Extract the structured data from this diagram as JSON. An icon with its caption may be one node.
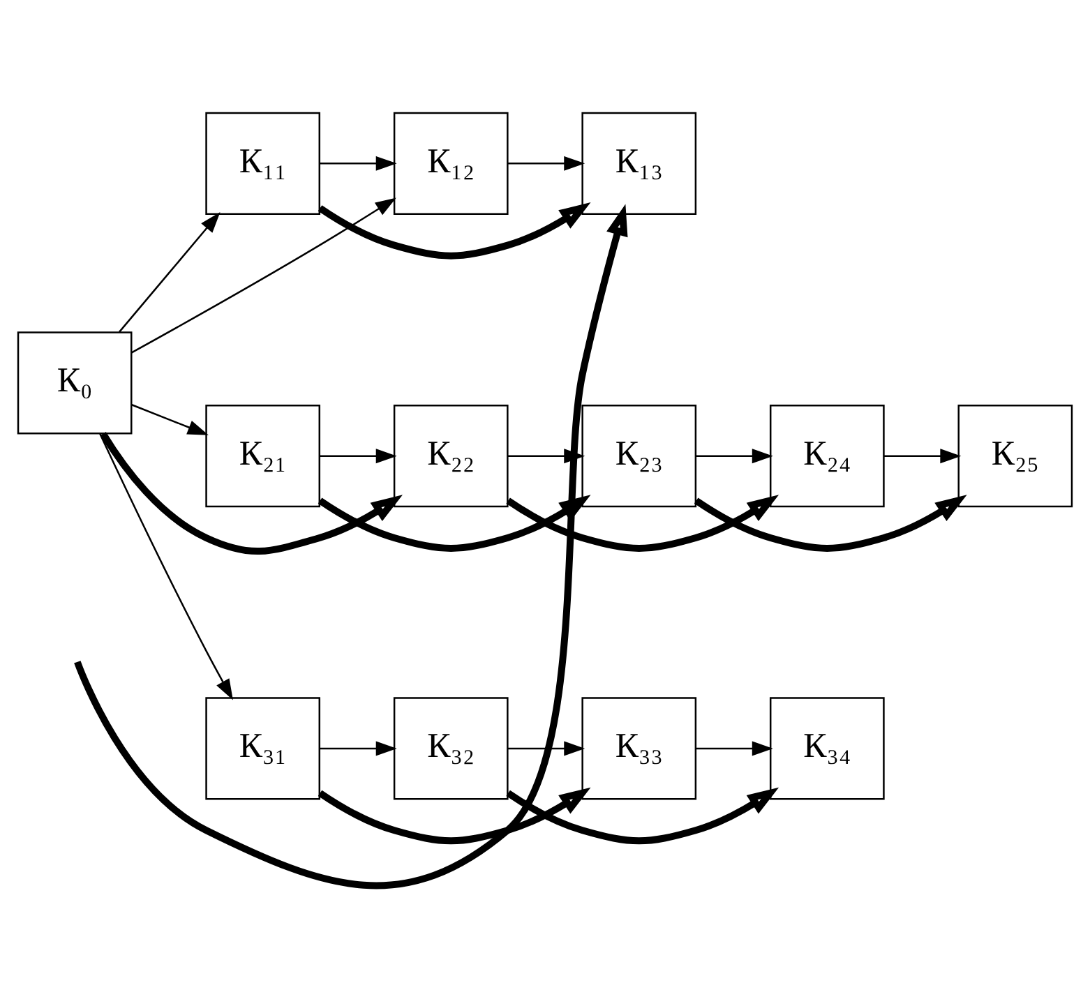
{
  "diagram": {
    "nodes": [
      {
        "text": [
          "К₀"
        ]
      },
      {
        "text": [
          "К₁₁"
        ]
      },
      {
        "text": [
          "К₁₂"
        ]
      },
      {
        "text": [
          "К₁₃"
        ]
      },
      {
        "text": [
          "К₂₁"
        ]
      },
      {
        "text": [
          "К₂₂"
        ]
      },
      {
        "text": [
          "К₂₃"
        ]
      },
      {
        "text": [
          "К₂₄"
        ]
      },
      {
        "text": [
          "К₂₅"
        ]
      },
      {
        "text": [
          "К₃₁"
        ]
      },
      {
        "text": [
          "К₃₂"
        ]
      },
      {
        "text": [
          "К₃₃"
        ]
      },
      {
        "text": [
          "К₃₄"
        ]
      }
    ],
    "edges": [
      {
        "from": 0,
        "to": 1,
        "arrow": "to"
      },
      {
        "from": 0,
        "to": 2,
        "arrow": "to"
      },
      {
        "from": 0,
        "to": 4,
        "arrow": "to"
      },
      {
        "from": 0,
        "to": 9,
        "arrow": "to"
      },
      {
        "from": 1,
        "to": 2,
        "arrow": "to"
      },
      {
        "from": 2,
        "to": 3,
        "arrow": "to"
      },
      {
        "from": 4,
        "to": 5,
        "arrow": "to"
      },
      {
        "from": 5,
        "to": 6,
        "arrow": "to"
      },
      {
        "from": 6,
        "to": 7,
        "arrow": "to"
      },
      {
        "from": 7,
        "to": 8,
        "arrow": "to"
      },
      {
        "from": 9,
        "to": 10,
        "arrow": "to"
      },
      {
        "from": 10,
        "to": 11,
        "arrow": "to"
      },
      {
        "from": 11,
        "to": 12,
        "arrow": "to"
      },
      {
        "from": null,
        "to": 3,
        "arrow": "to",
        "style": "thick"
      },
      {
        "from": 1,
        "to": 3,
        "arrow": "to",
        "style": "thick"
      },
      {
        "from": 4,
        "to": 6,
        "arrow": "to",
        "style": "thick"
      },
      {
        "from": 5,
        "to": 7,
        "arrow": "to",
        "style": "thick"
      },
      {
        "from": 0,
        "to": 5,
        "arrow": "to",
        "style": "thick"
      },
      {
        "from": 6,
        "to": 8,
        "arrow": "to",
        "style": "thick"
      },
      {
        "from": 10,
        "to": 12,
        "arrow": "to",
        "style": "thick"
      },
      {
        "from": 9,
        "to": 11,
        "arrow": "to",
        "style": "thick"
      }
    ]
  }
}
